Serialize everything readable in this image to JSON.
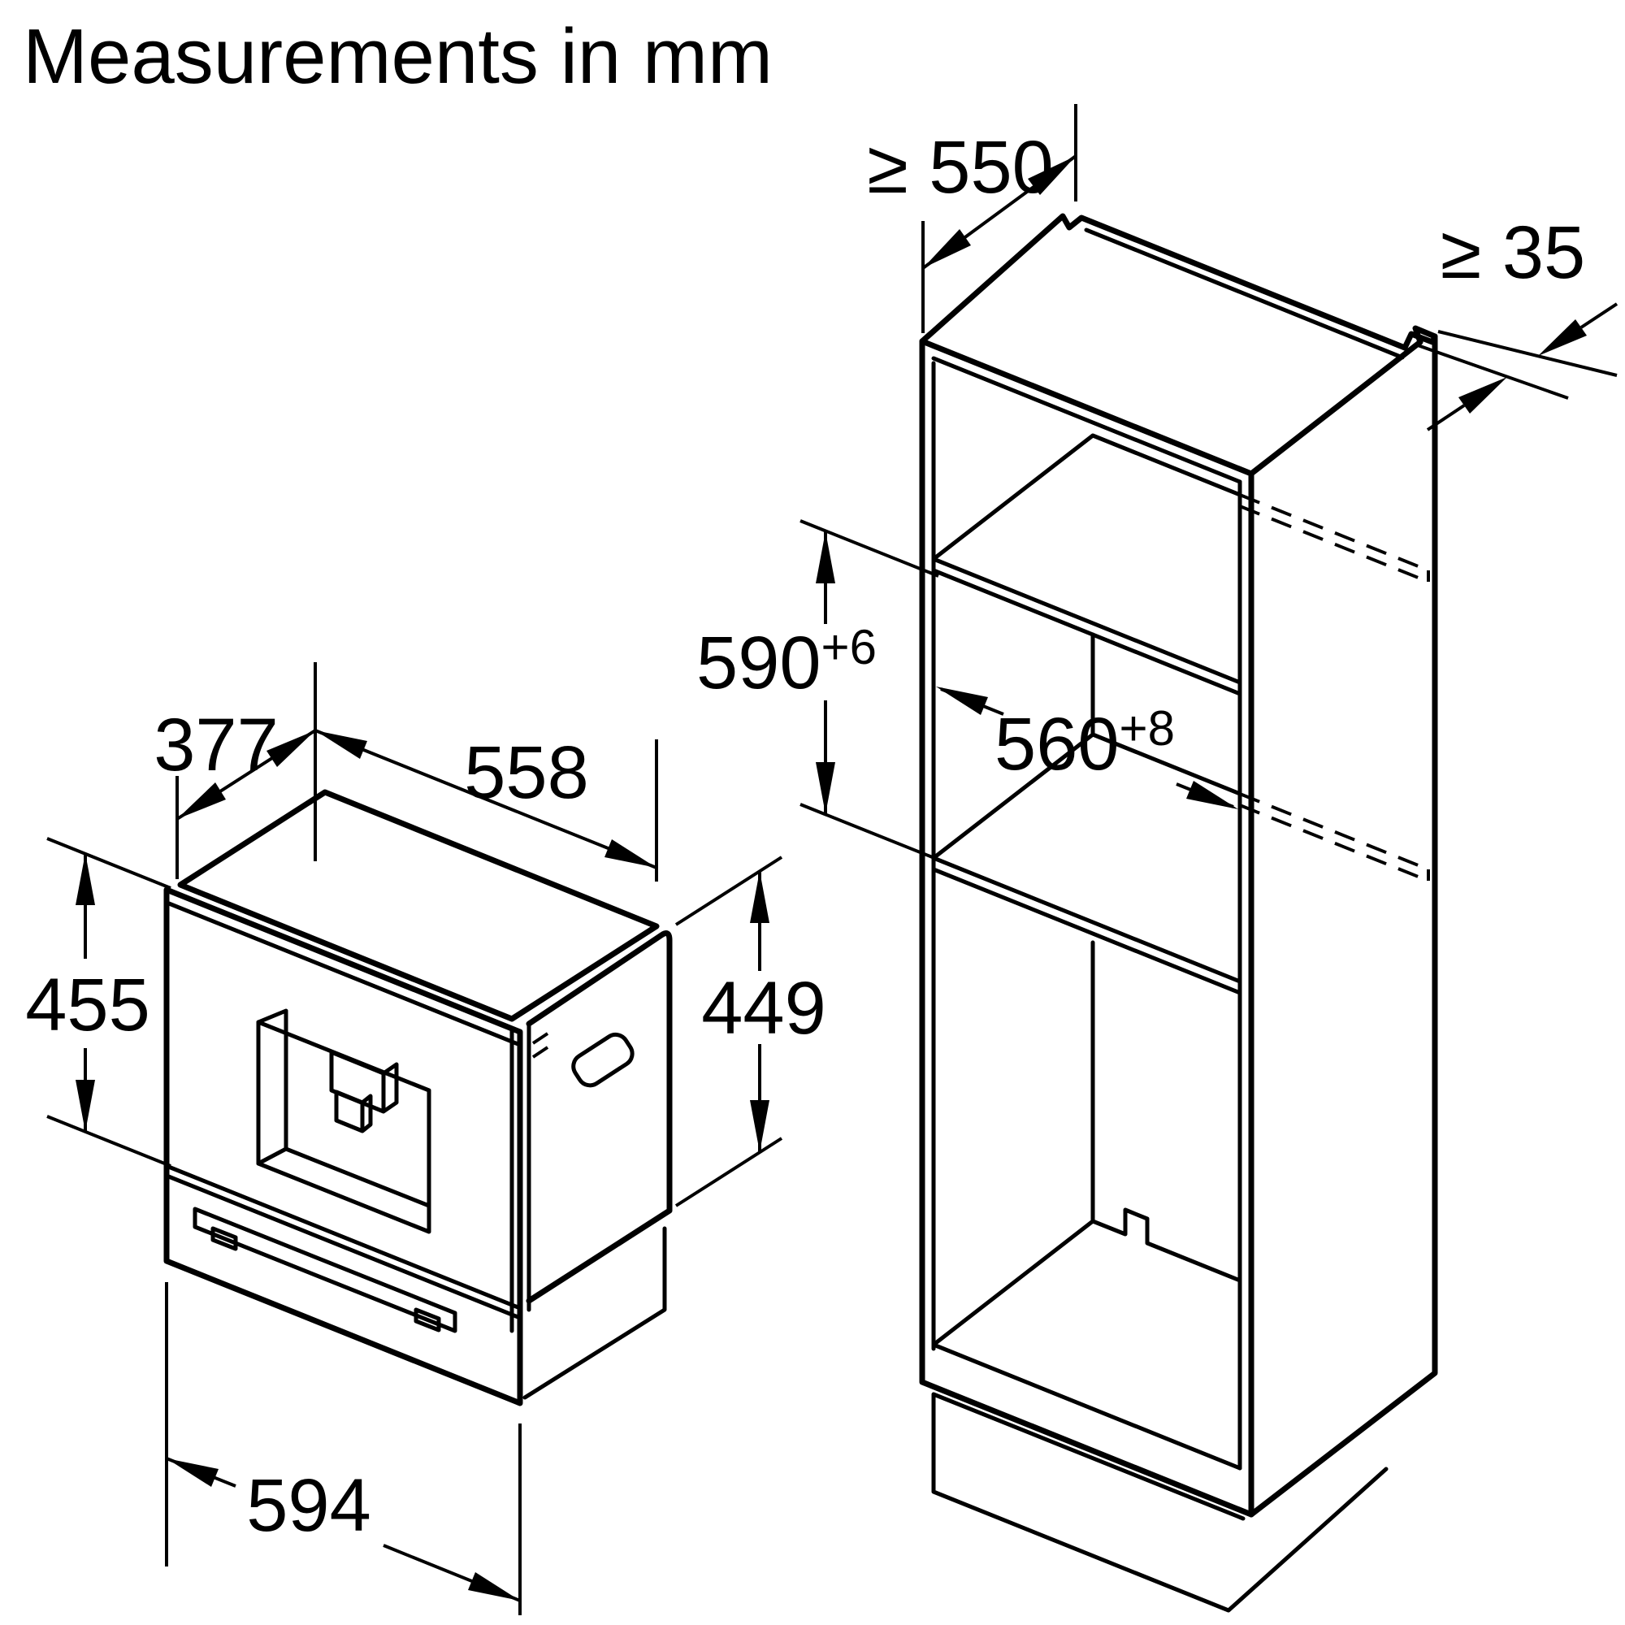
{
  "title": "Measurements in mm",
  "machine": {
    "depth": "377",
    "width_top": "558",
    "height_front": "455",
    "height_side": "449",
    "width_bottom": "594"
  },
  "cabinet": {
    "depth_min": "≥ 550",
    "rear_gap_min": "≥ 35",
    "niche_height": {
      "value": "590",
      "tolerance": "+6"
    },
    "niche_width": {
      "value": "560",
      "tolerance": "+8"
    }
  }
}
